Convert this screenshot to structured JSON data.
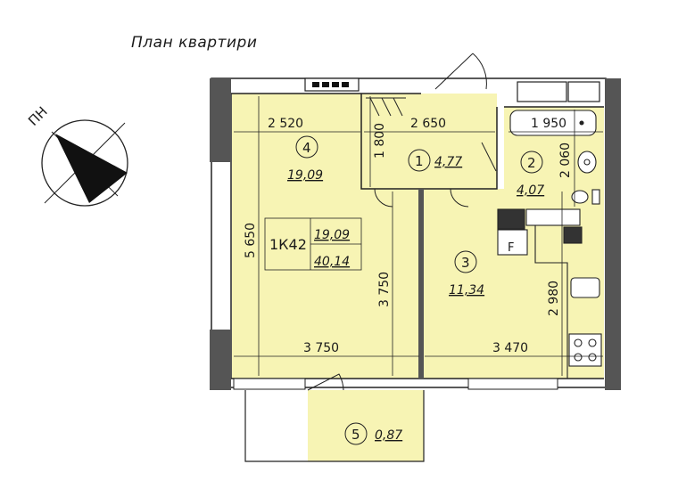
{
  "plan_title": "План квартири",
  "compass": {
    "label": "ПН"
  },
  "apartment": {
    "code": "1К42",
    "living_area": "19,09",
    "total_area": "40,14"
  },
  "rooms": [
    {
      "number": "1",
      "area": "4,77"
    },
    {
      "number": "2",
      "area": "4,07"
    },
    {
      "number": "3",
      "area": "11,34"
    },
    {
      "number": "4",
      "area": "19,09"
    },
    {
      "number": "5",
      "area": "0,87"
    }
  ],
  "dimensions": {
    "room4_width": "2 520",
    "hall_width": "2 650",
    "bath_width": "1 950",
    "hall_depth": "1 800",
    "bath_depth": "2 060",
    "room4_depth": "5 650",
    "room4_lower_depth": "3 750",
    "kitchen_depth": "2 980",
    "room4_lower_width": "3 750",
    "kitchen_width": "3 470"
  },
  "labels": {
    "flue": "F"
  },
  "colors": {
    "fill": "#f7f4b4",
    "wall": "#4a4a4a",
    "line": "#222222"
  }
}
